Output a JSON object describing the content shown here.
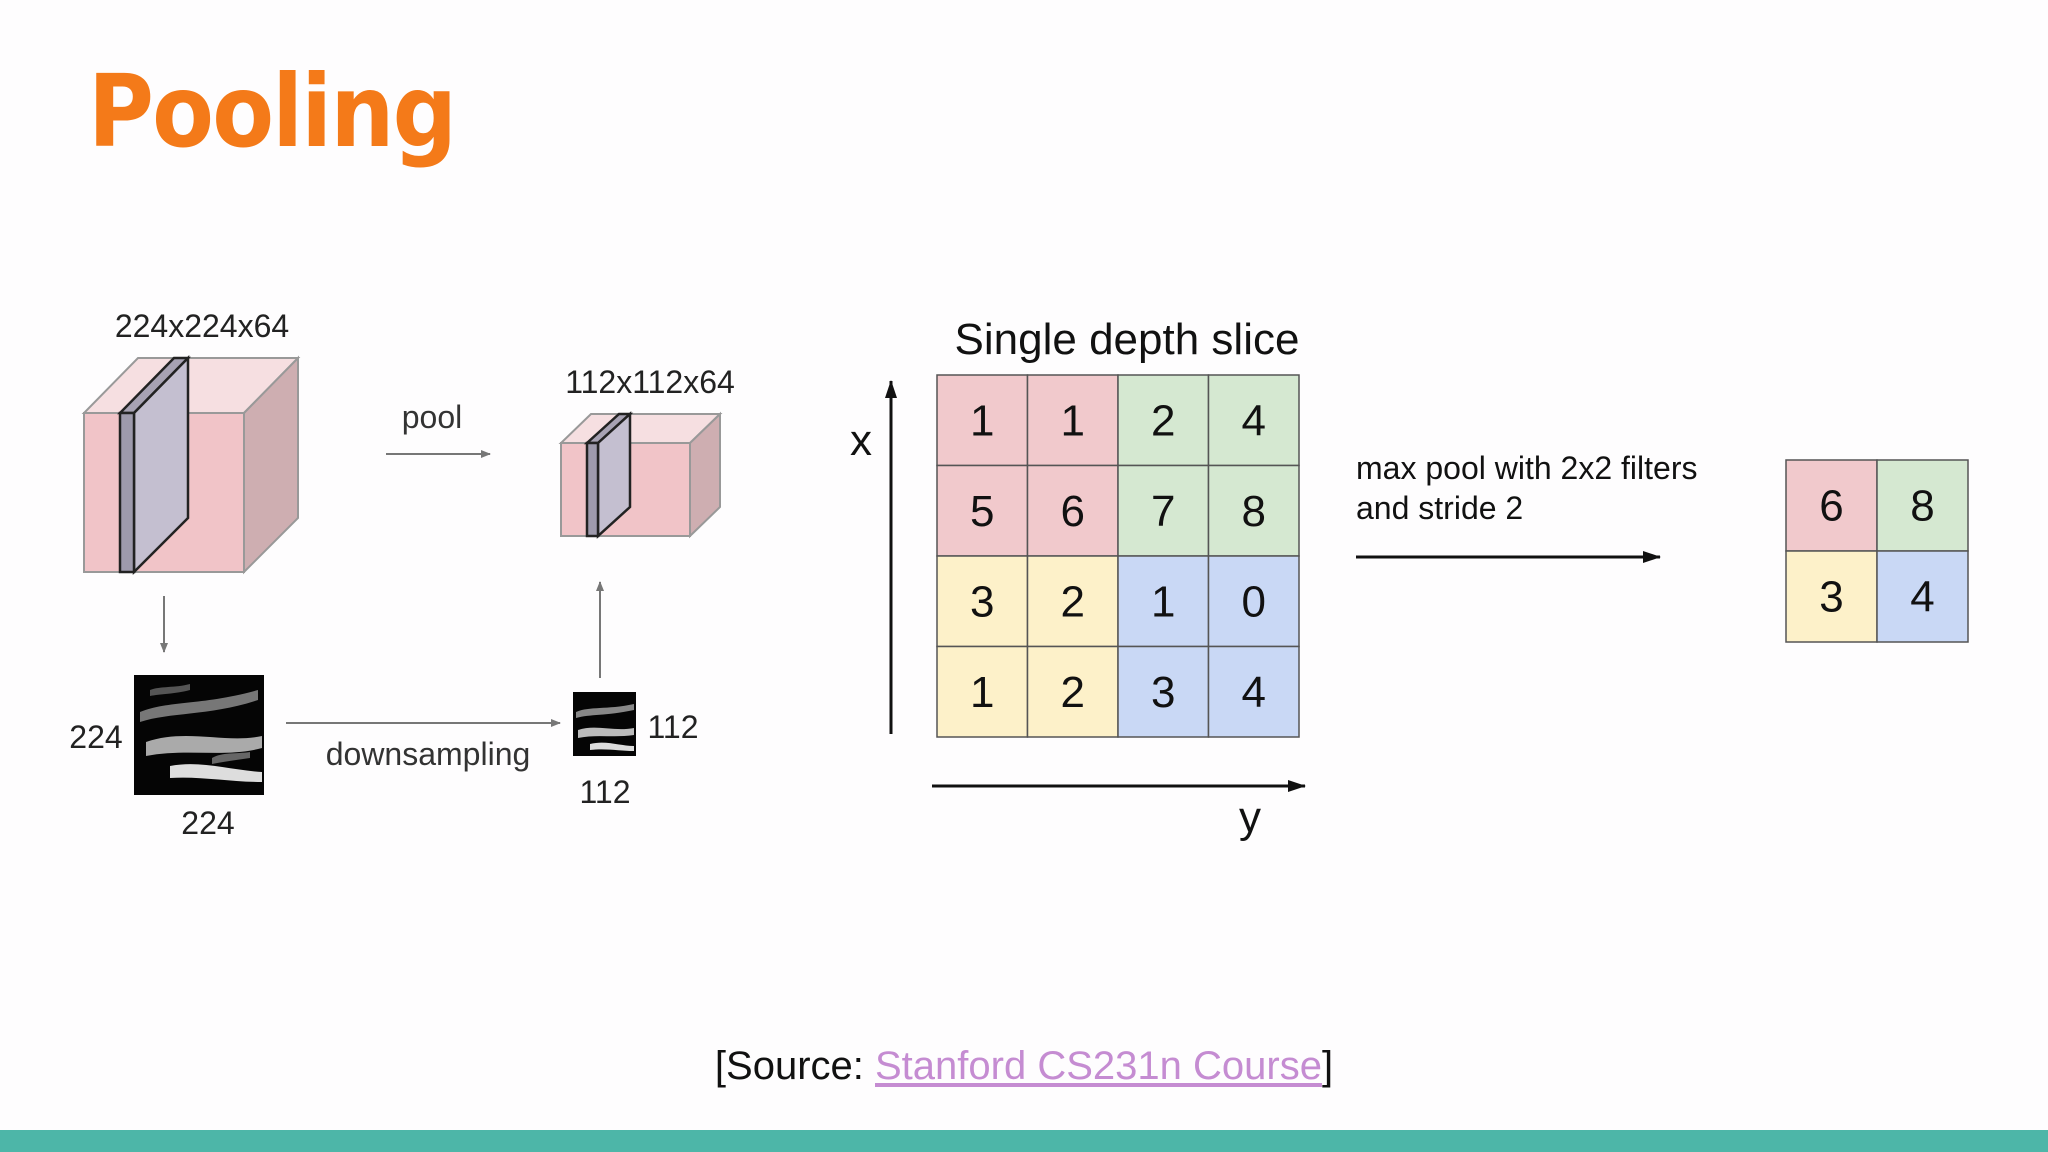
{
  "slide": {
    "title": "Pooling",
    "accent_color": "#f47a19",
    "bar_color": "#4db6a8"
  },
  "left_diagram": {
    "input_volume_label": "224x224x64",
    "pool_label": "pool",
    "output_volume_label": "112x112x64",
    "downsampling_label": "downsampling",
    "input_map_height": "224",
    "input_map_width": "224",
    "output_map_height": "112",
    "output_map_width": "112"
  },
  "right_diagram": {
    "grid_title": "Single depth slice",
    "x_axis_label": "x",
    "y_axis_label": "y",
    "operation_label_line1": "max pool with 2x2 filters",
    "operation_label_line2": "and stride 2",
    "input_grid": [
      [
        "1",
        "1",
        "2",
        "4"
      ],
      [
        "5",
        "6",
        "7",
        "8"
      ],
      [
        "3",
        "2",
        "1",
        "0"
      ],
      [
        "1",
        "2",
        "3",
        "4"
      ]
    ],
    "output_grid": [
      [
        "6",
        "8"
      ],
      [
        "3",
        "4"
      ]
    ],
    "quadrant_colors": [
      "#f1c9cc",
      "#d5e8d1",
      "#fdf1c9",
      "#c9d8f5"
    ]
  },
  "source": {
    "prefix": "[Source: ",
    "link_text": "Stanford CS231n Course",
    "suffix": "]"
  }
}
